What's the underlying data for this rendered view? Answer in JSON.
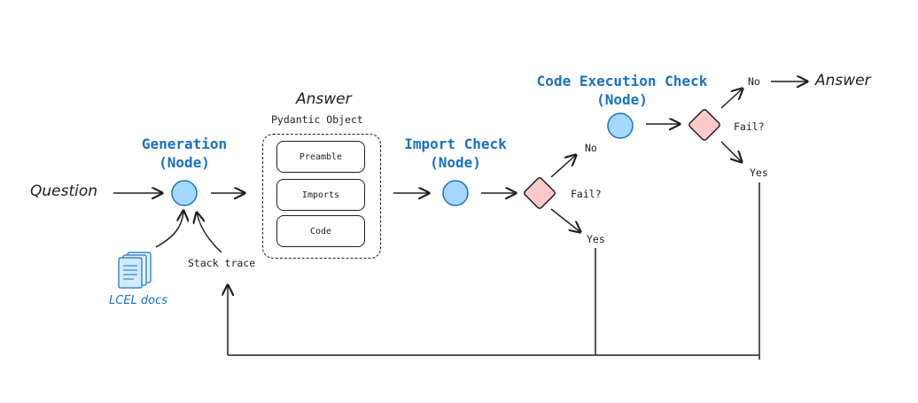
{
  "question": "Question",
  "generation": {
    "title": "Generation",
    "subtitle": "(Node)"
  },
  "lcel_docs": "LCEL docs",
  "stack_trace": "Stack trace",
  "answer_object": {
    "heading": "Answer",
    "subheading": "Pydantic Object",
    "fields": [
      "Preamble",
      "Imports",
      "Code"
    ]
  },
  "import_check": {
    "title": "Import Check",
    "subtitle": "(Node)",
    "fail": "Fail?",
    "no": "No",
    "yes": "Yes"
  },
  "code_execution_check": {
    "title": "Code Execution Check",
    "subtitle": "(Node)",
    "fail": "Fail?",
    "no": "No",
    "yes": "Yes"
  },
  "final_answer": "Answer",
  "colors": {
    "node_fill": "#a5d8ff",
    "node_stroke": "#1971c2",
    "decision_fill": "#ffc9c9",
    "decision_stroke": "#1e1e1e",
    "title_color": "#1971c2",
    "docs_color": "#1971c2"
  }
}
